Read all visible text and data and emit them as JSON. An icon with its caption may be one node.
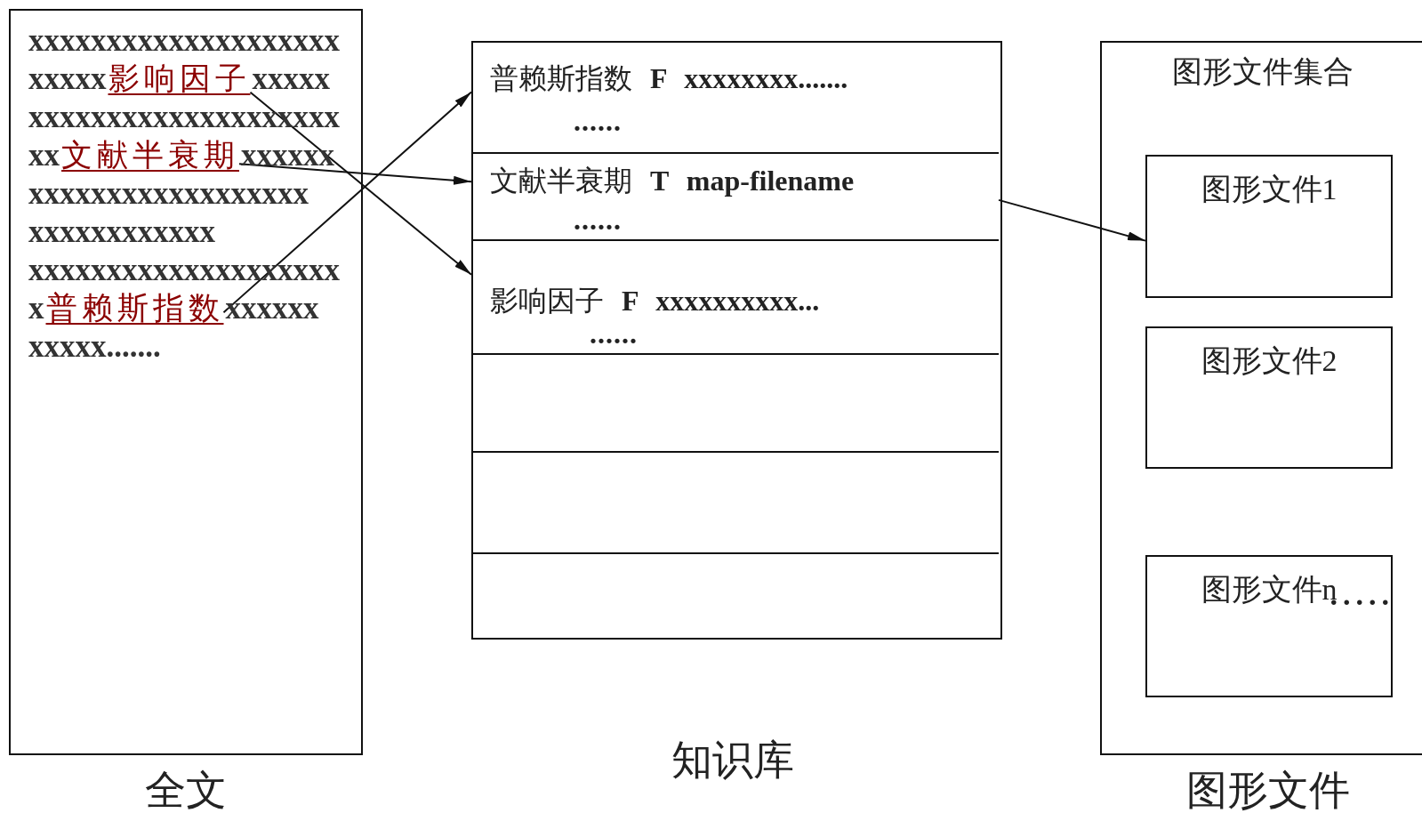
{
  "diagram": {
    "nodes": [
      {
        "text": [
          "xxxxxxxxxxxxxxxxxxxx",
          "xxxxx",
          "xxxxx",
          "xxxxxxxxxxxxxxxxxxxx",
          "xx",
          "xxxxxx",
          "xxxxxxxxxxxxxxxxxx",
          "xxxxxxxxxxxx",
          "xxxxxxxxxxxxxxxxxxxx",
          "x",
          "xxxxxx",
          "xxxxx......."
        ],
        "beside": [
          "全文"
        ]
      },
      {
        "text": [
          "影响因子"
        ],
        "in": 0
      },
      {
        "text": [
          "文献半衰期"
        ],
        "in": 0
      },
      {
        "text": [
          "普赖斯指数"
        ],
        "in": 0
      },
      {
        "text": [],
        "shape": "box",
        "beside": [
          "知识库"
        ]
      },
      {
        "text": [
          "普赖斯指数 **F xxxxxxxx.......**",
          "......"
        ],
        "in": 4
      },
      {
        "text": [
          "文献半衰期 **T map-filename**",
          "......"
        ],
        "in": 4
      },
      {
        "text": [
          "影响因子 **F xxxxxxxxxx...**",
          "......"
        ],
        "in": 4
      },
      {
        "text": [],
        "shape": "box",
        "in": 4
      },
      {
        "text": [],
        "shape": "box",
        "in": 4
      },
      {
        "text": [],
        "shape": "box",
        "in": 4
      },
      {
        "text": [
          "图形文件集合"
        ],
        "beside": [
          "图形文件"
        ]
      },
      {
        "text": [
          "图形文件1"
        ],
        "in": 11
      },
      {
        "text": [
          "图形文件2"
        ],
        "in": 11
      },
      {
        "text": [
          "图形文件n"
        ],
        "in": 11
      }
    ],
    "edges": [
      {
        "from": 1,
        "to": 7,
        "arrow": "to"
      },
      {
        "from": 2,
        "to": 6,
        "arrow": "to"
      },
      {
        "from": 3,
        "to": 5,
        "arrow": "to"
      },
      {
        "from": 6,
        "to": 12,
        "arrow": "to"
      }
    ],
    "labels": [
      "....."
    ]
  }
}
